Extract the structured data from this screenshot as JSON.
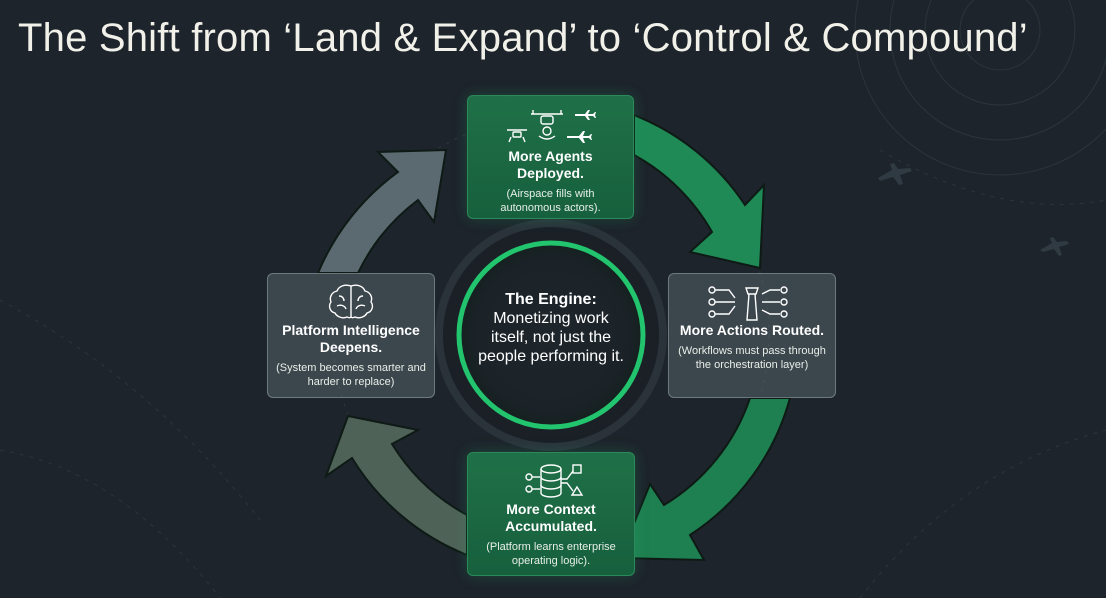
{
  "title": "The Shift from ‘Land & Expand’ to ‘Control & Compound’",
  "engine": {
    "title": "The Engine:",
    "description": "Monetizing work itself, not just the people performing it."
  },
  "stages": [
    {
      "title": "More Agents Deployed.",
      "subtitle": "(Airspace fills with autonomous actors).",
      "icon": "drones-and-planes-icon"
    },
    {
      "title": "More Actions Routed.",
      "subtitle": "(Workflows must pass through the orchestration layer)",
      "icon": "control-tower-routing-icon"
    },
    {
      "title": "More Context Accumulated.",
      "subtitle": "(Platform learns enterprise operating logic).",
      "icon": "database-network-icon"
    },
    {
      "title": "Platform Intelligence Deepens.",
      "subtitle": "(System becomes smarter and harder to replace)",
      "icon": "brain-icon"
    }
  ],
  "colors": {
    "background": "#1d242b",
    "green_arrow": "#1f8a56",
    "grey_arrow": "#5b6a70",
    "engine_ring": "#22c46e",
    "card_green": "#1f7048"
  }
}
